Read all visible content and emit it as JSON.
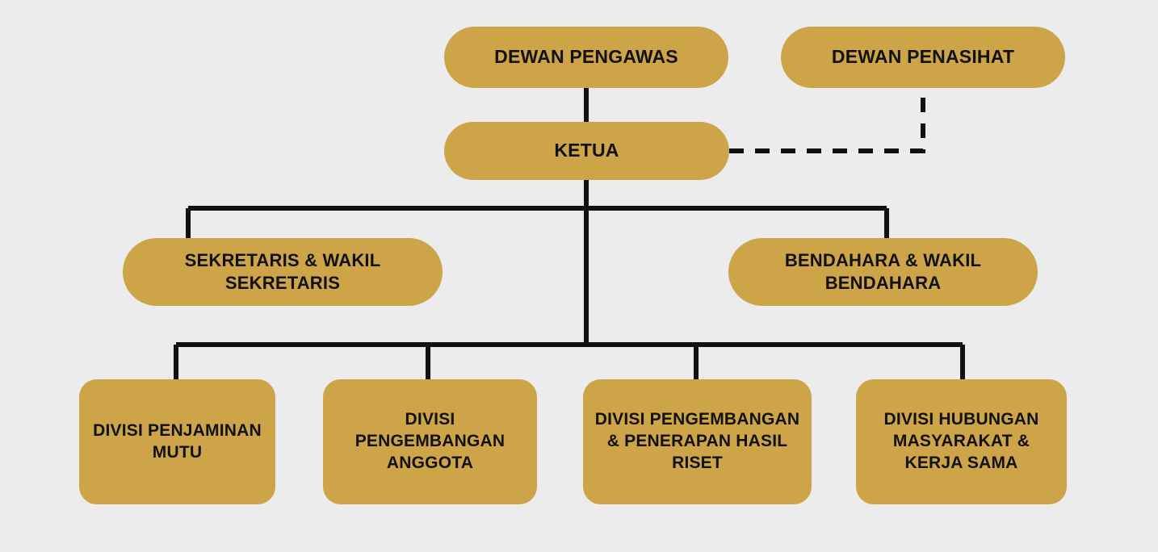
{
  "diagram": {
    "type": "organizational-chart",
    "background_color": "#ececec",
    "node_fill_color": "#cea449",
    "node_text_color": "#111111",
    "connector_color": "#111111",
    "nodes": {
      "dewan_pengawas": "DEWAN PENGAWAS",
      "dewan_penasihat": "DEWAN PENASIHAT",
      "ketua": "KETUA",
      "sekretaris": "SEKRETARIS & WAKIL SEKRETARIS",
      "bendahara": "BENDAHARA & WAKIL BENDAHARA",
      "divisi_penjaminan_mutu": "DIVISI PENJAMINAN MUTU",
      "divisi_pengembangan_anggota": "DIVISI PENGEMBANGAN ANGGOTA",
      "divisi_pengembangan_penerapan_hasil_riset": "DIVISI PENGEMBANGAN & PENERAPAN HASIL RISET",
      "divisi_hubungan_masyarakat_kerja_sama": "DIVISI HUBUNGAN MASYARAKAT & KERJA SAMA"
    },
    "connections": [
      {
        "from": "dewan_pengawas",
        "to": "ketua",
        "style": "solid"
      },
      {
        "from": "ketua",
        "to": "dewan_penasihat",
        "style": "dashed"
      },
      {
        "from": "ketua",
        "to": "sekretaris",
        "style": "solid"
      },
      {
        "from": "ketua",
        "to": "bendahara",
        "style": "solid"
      },
      {
        "from": "ketua",
        "to": "divisi_penjaminan_mutu",
        "style": "solid"
      },
      {
        "from": "ketua",
        "to": "divisi_pengembangan_anggota",
        "style": "solid"
      },
      {
        "from": "ketua",
        "to": "divisi_pengembangan_penerapan_hasil_riset",
        "style": "solid"
      },
      {
        "from": "ketua",
        "to": "divisi_hubungan_masyarakat_kerja_sama",
        "style": "solid"
      }
    ]
  }
}
